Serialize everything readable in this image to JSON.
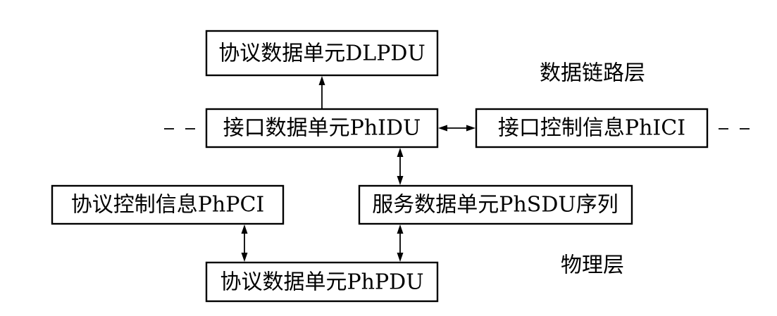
{
  "boxes": {
    "dlpdu": "协议数据单元DLPDU",
    "phidu": "接口数据单元PhIDU",
    "phici": "接口控制信息PhICI",
    "phpci": "协议控制信息PhPCI",
    "phsdu": "服务数据单元PhSDU序列",
    "phpdu": "协议数据单元PhPDU"
  },
  "layers": {
    "data_link": "数据链路层",
    "physical": "物理层"
  },
  "connections": [
    {
      "from": "phidu",
      "to": "dlpdu",
      "direction": "single"
    },
    {
      "from": "phidu",
      "to": "phici",
      "direction": "double"
    },
    {
      "from": "phidu",
      "to": "phsdu",
      "direction": "double"
    },
    {
      "from": "phpci",
      "to": "phpdu",
      "direction": "double"
    },
    {
      "from": "phsdu",
      "to": "phpdu",
      "direction": "double"
    }
  ]
}
